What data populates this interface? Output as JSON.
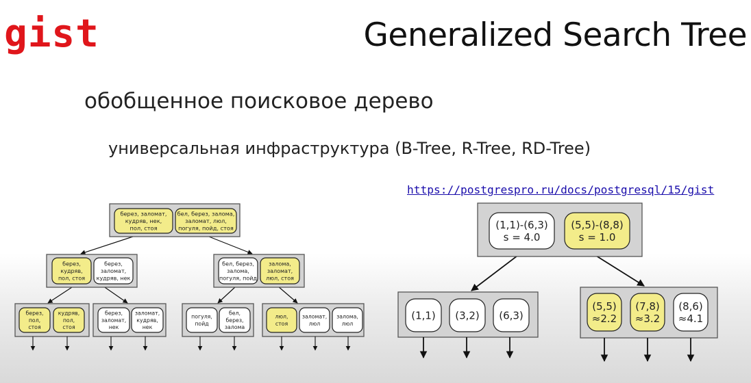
{
  "header": {
    "logo": "gist",
    "title": "Generalized Search Tree"
  },
  "content": {
    "subtitle": "обобщенное поисковое дерево",
    "description": "универсальная инфраструктура (B-Tree, R-Tree, RD-Tree)",
    "doc_link": "https://postgrespro.ru/docs/postgresql/15/gist"
  },
  "colors": {
    "logo": "#e0161b",
    "highlight_fill": "#f3ec8a",
    "node_fill": "#d3d3d3",
    "entry_fill": "#ffffff"
  },
  "rd_tree": {
    "root": [
      {
        "lines": [
          "берез, заломат,",
          "кудряв, нек,",
          "пол, стоя"
        ],
        "highlight": true
      },
      {
        "lines": [
          "бел, берез, залома,",
          "заломат, люл,",
          "погуля, пойд, стоя"
        ],
        "highlight": true
      }
    ],
    "level1": [
      [
        {
          "lines": [
            "берез,",
            "кудряв,",
            "пол, стоя"
          ],
          "highlight": true
        },
        {
          "lines": [
            "берез,",
            "заломат,",
            "кудряв, нек"
          ],
          "highlight": false
        }
      ],
      [
        {
          "lines": [
            "бел, берез,",
            "залома,",
            "погуля, пойд"
          ],
          "highlight": false
        },
        {
          "lines": [
            "залома,",
            "заломат,",
            "люл, стоя"
          ],
          "highlight": true
        }
      ]
    ],
    "leaves": [
      [
        {
          "lines": [
            "берез,",
            "пол,",
            "стоя"
          ],
          "highlight": true
        },
        {
          "lines": [
            "кудряв,",
            "пол,",
            "стоя"
          ],
          "highlight": true
        }
      ],
      [
        {
          "lines": [
            "берез,",
            "заломат,",
            "нек"
          ],
          "highlight": false
        },
        {
          "lines": [
            "заломат,",
            "кудряв,",
            "нек"
          ],
          "highlight": false
        }
      ],
      [
        {
          "lines": [
            "погуля,",
            "пойд"
          ],
          "highlight": false
        },
        {
          "lines": [
            "бел,",
            "берез,",
            "залома"
          ],
          "highlight": false
        }
      ],
      [
        {
          "lines": [
            "люл,",
            "стоя"
          ],
          "highlight": true
        },
        {
          "lines": [
            "заломат,",
            "люл"
          ],
          "highlight": false
        },
        {
          "lines": [
            "залома,",
            "люл"
          ],
          "highlight": false
        }
      ]
    ]
  },
  "r_tree": {
    "root": [
      {
        "lines": [
          "(1,1)-(6,3)",
          "s = 4.0"
        ],
        "highlight": false
      },
      {
        "lines": [
          "(5,5)-(8,8)",
          "s = 1.0"
        ],
        "highlight": true
      }
    ],
    "leaves": [
      [
        {
          "lines": [
            "(1,1)"
          ],
          "highlight": false
        },
        {
          "lines": [
            "(3,2)"
          ],
          "highlight": false
        },
        {
          "lines": [
            "(6,3)"
          ],
          "highlight": false
        }
      ],
      [
        {
          "lines": [
            "(5,5)",
            "≈2.2"
          ],
          "highlight": true
        },
        {
          "lines": [
            "(7,8)",
            "≈3.2"
          ],
          "highlight": true
        },
        {
          "lines": [
            "(8,6)",
            "≈4.1"
          ],
          "highlight": false
        }
      ]
    ]
  }
}
